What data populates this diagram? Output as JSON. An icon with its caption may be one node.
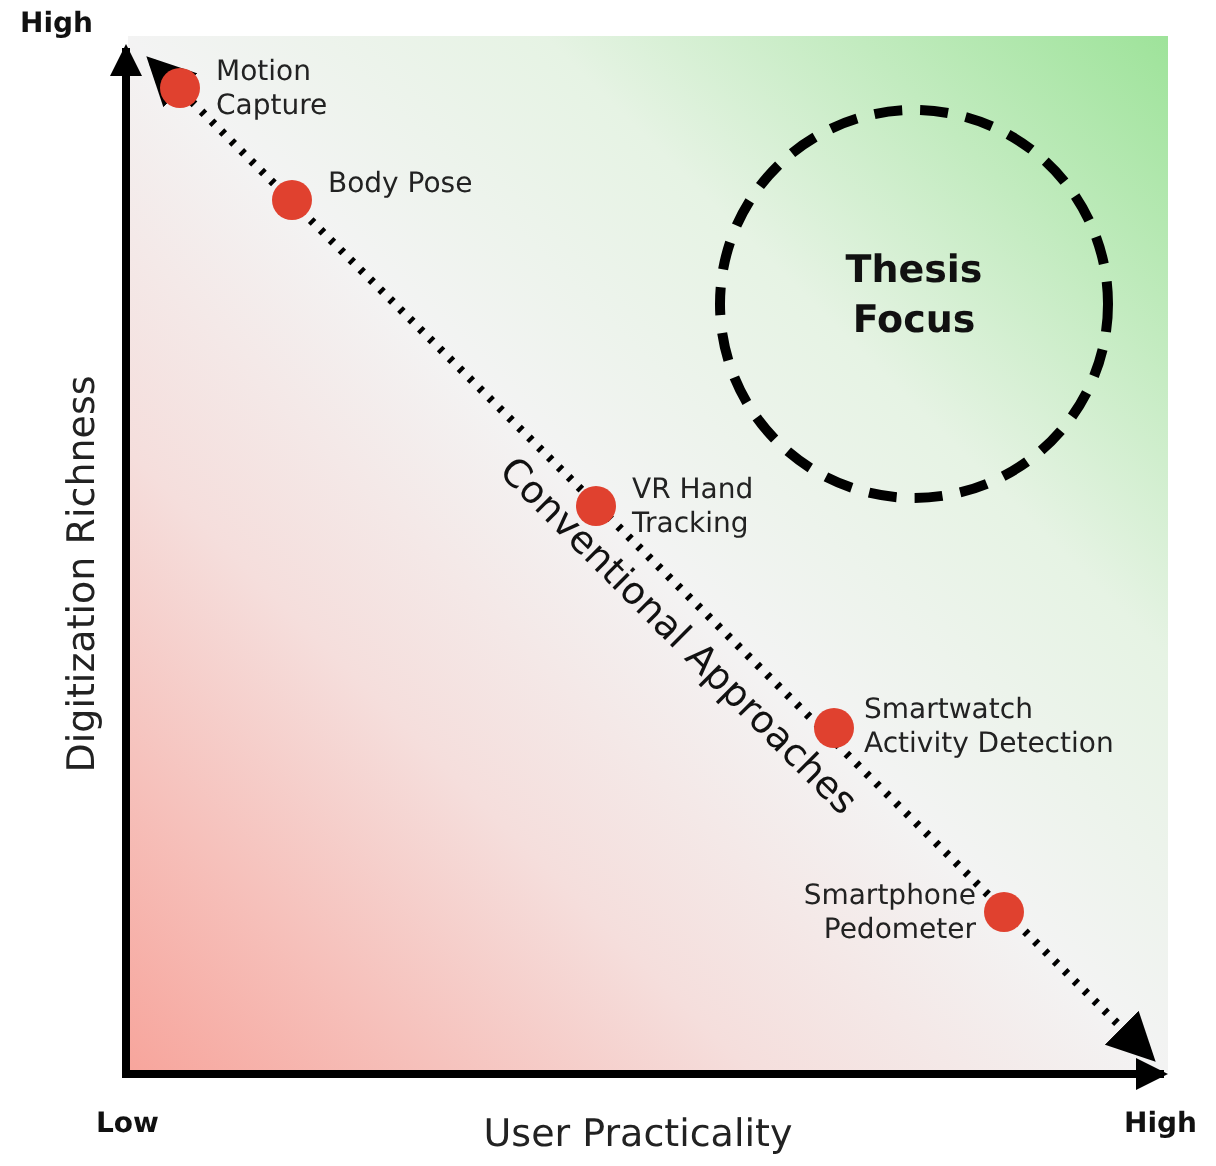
{
  "diagram": {
    "nodes": [
      {
        "text": [],
        "shape": "circle",
        "beside": [
          "Motion Capture"
        ]
      },
      {
        "text": [],
        "shape": "circle",
        "beside": [
          "Body Pose"
        ]
      },
      {
        "text": [
          "Thesis Focus"
        ]
      },
      {
        "text": [],
        "shape": "circle",
        "beside": [
          "VR Hand Tracking"
        ]
      },
      {
        "text": [],
        "shape": "circle",
        "beside": [
          "Smartwatch Activity Detection"
        ]
      },
      {
        "text": [],
        "shape": "circle",
        "beside": [
          "Smartphone Pedometer"
        ]
      }
    ],
    "edges": [],
    "labels": [
      "High",
      "Conventional Approaches",
      "Digitization Richness",
      "Low",
      "High",
      "User Practicality"
    ]
  }
}
